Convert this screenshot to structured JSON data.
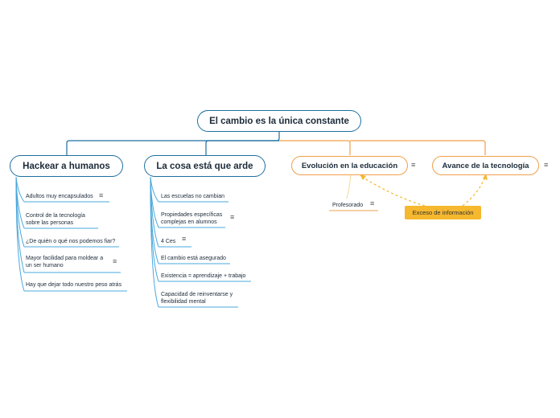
{
  "root": {
    "label": "El cambio es la única constante"
  },
  "branches": {
    "hackear": {
      "label": "Hackear a humanos",
      "items": [
        "Adultos muy encapsulados",
        "Control de la tecnología\nsobre las personas",
        "¿De quién o qué nos podemos fiar?",
        "Mayor facilidad para moldear a\nun ser humano",
        "Hay que dejar todo nuestro peso atrás"
      ]
    },
    "cosa": {
      "label": "La cosa está que arde",
      "items": [
        "Las escuelas no cambian",
        "Propiedades específicas\ncomplejas en alumnos",
        "4 Ces",
        "El cambio está asegurado",
        "Existencia = aprendizaje + trabajo",
        "Capacidad de reinventarse y\nflexibilidad mental"
      ]
    },
    "educacion": {
      "label": "Evolución en la educación",
      "items": [
        "Profesorado"
      ]
    },
    "tecnologia": {
      "label": "Avance de la tecnología"
    }
  },
  "callout": {
    "label": "Exceso de información"
  },
  "note_icon": "≡",
  "colors": {
    "blue": "#1e6f9f",
    "leaf_line": "#4aa8dc",
    "orange": "#f0a04b",
    "yellow": "#f5b82e"
  }
}
